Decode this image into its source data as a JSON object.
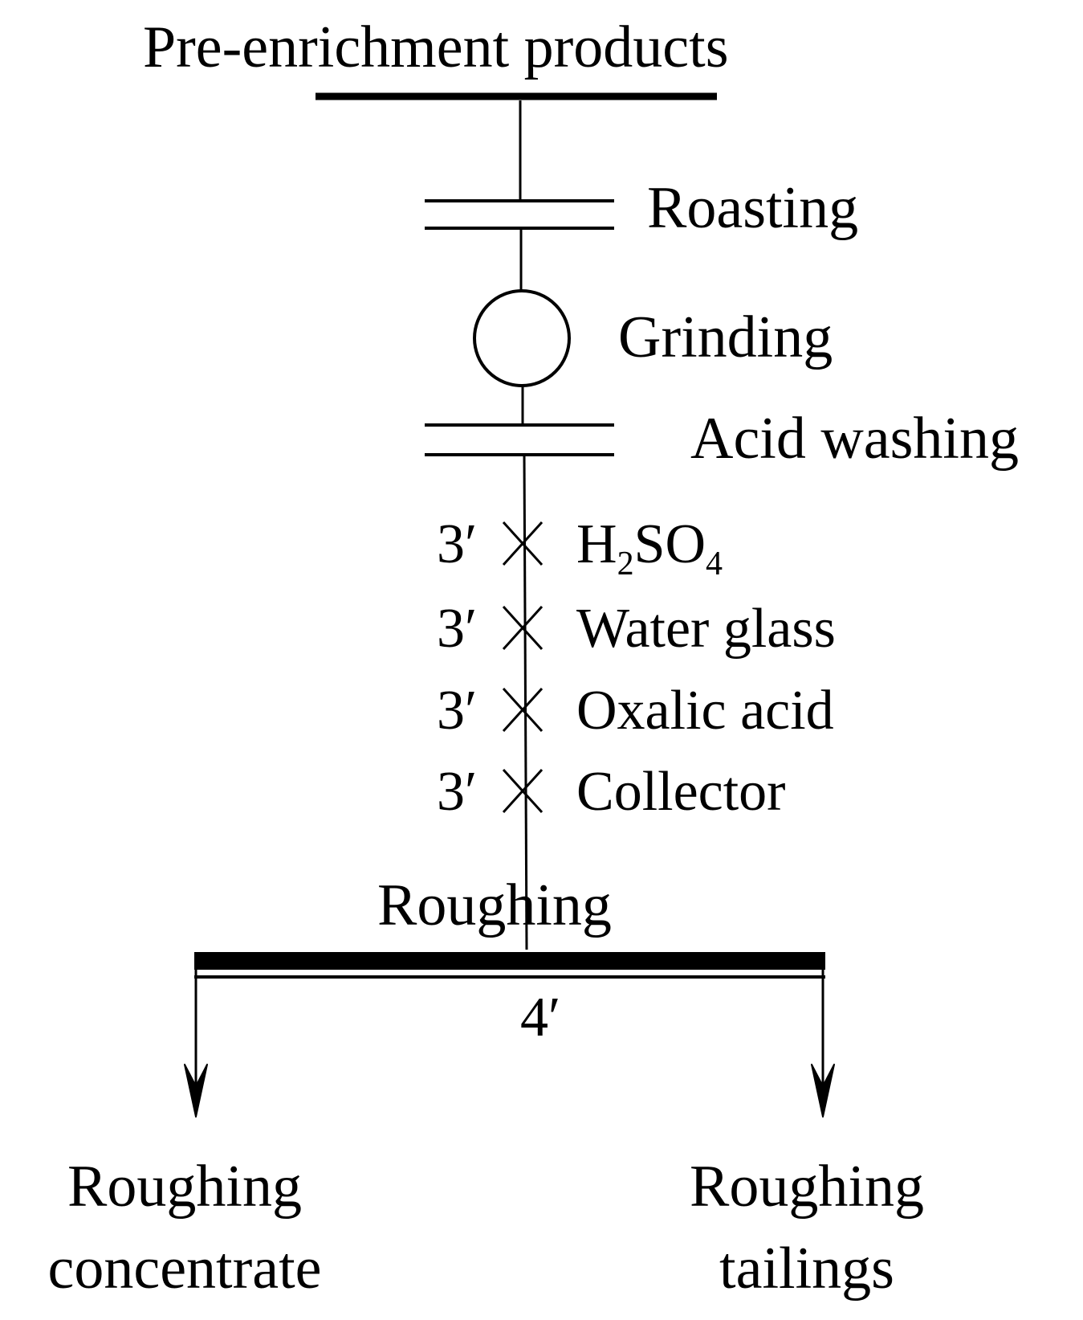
{
  "title": "Pre-enrichment products",
  "steps": {
    "roasting": "Roasting",
    "grinding": "Grinding",
    "acid_washing": "Acid washing"
  },
  "reagents": [
    {
      "time": "3′",
      "name_main": "H",
      "name_sub1": "2",
      "name_mid": "SO",
      "name_sub2": "4"
    },
    {
      "time": "3′",
      "name": "Water glass"
    },
    {
      "time": "3′",
      "name": "Oxalic acid"
    },
    {
      "time": "3′",
      "name": "Collector"
    }
  ],
  "roughing": {
    "label": "Roughing",
    "time": "4′"
  },
  "outputs": {
    "concentrate_line1": "Roughing",
    "concentrate_line2": "concentrate",
    "tailings_line1": "Roughing",
    "tailings_line2": "tailings"
  },
  "colors": {
    "ink": "#000000",
    "background": "#ffffff"
  }
}
